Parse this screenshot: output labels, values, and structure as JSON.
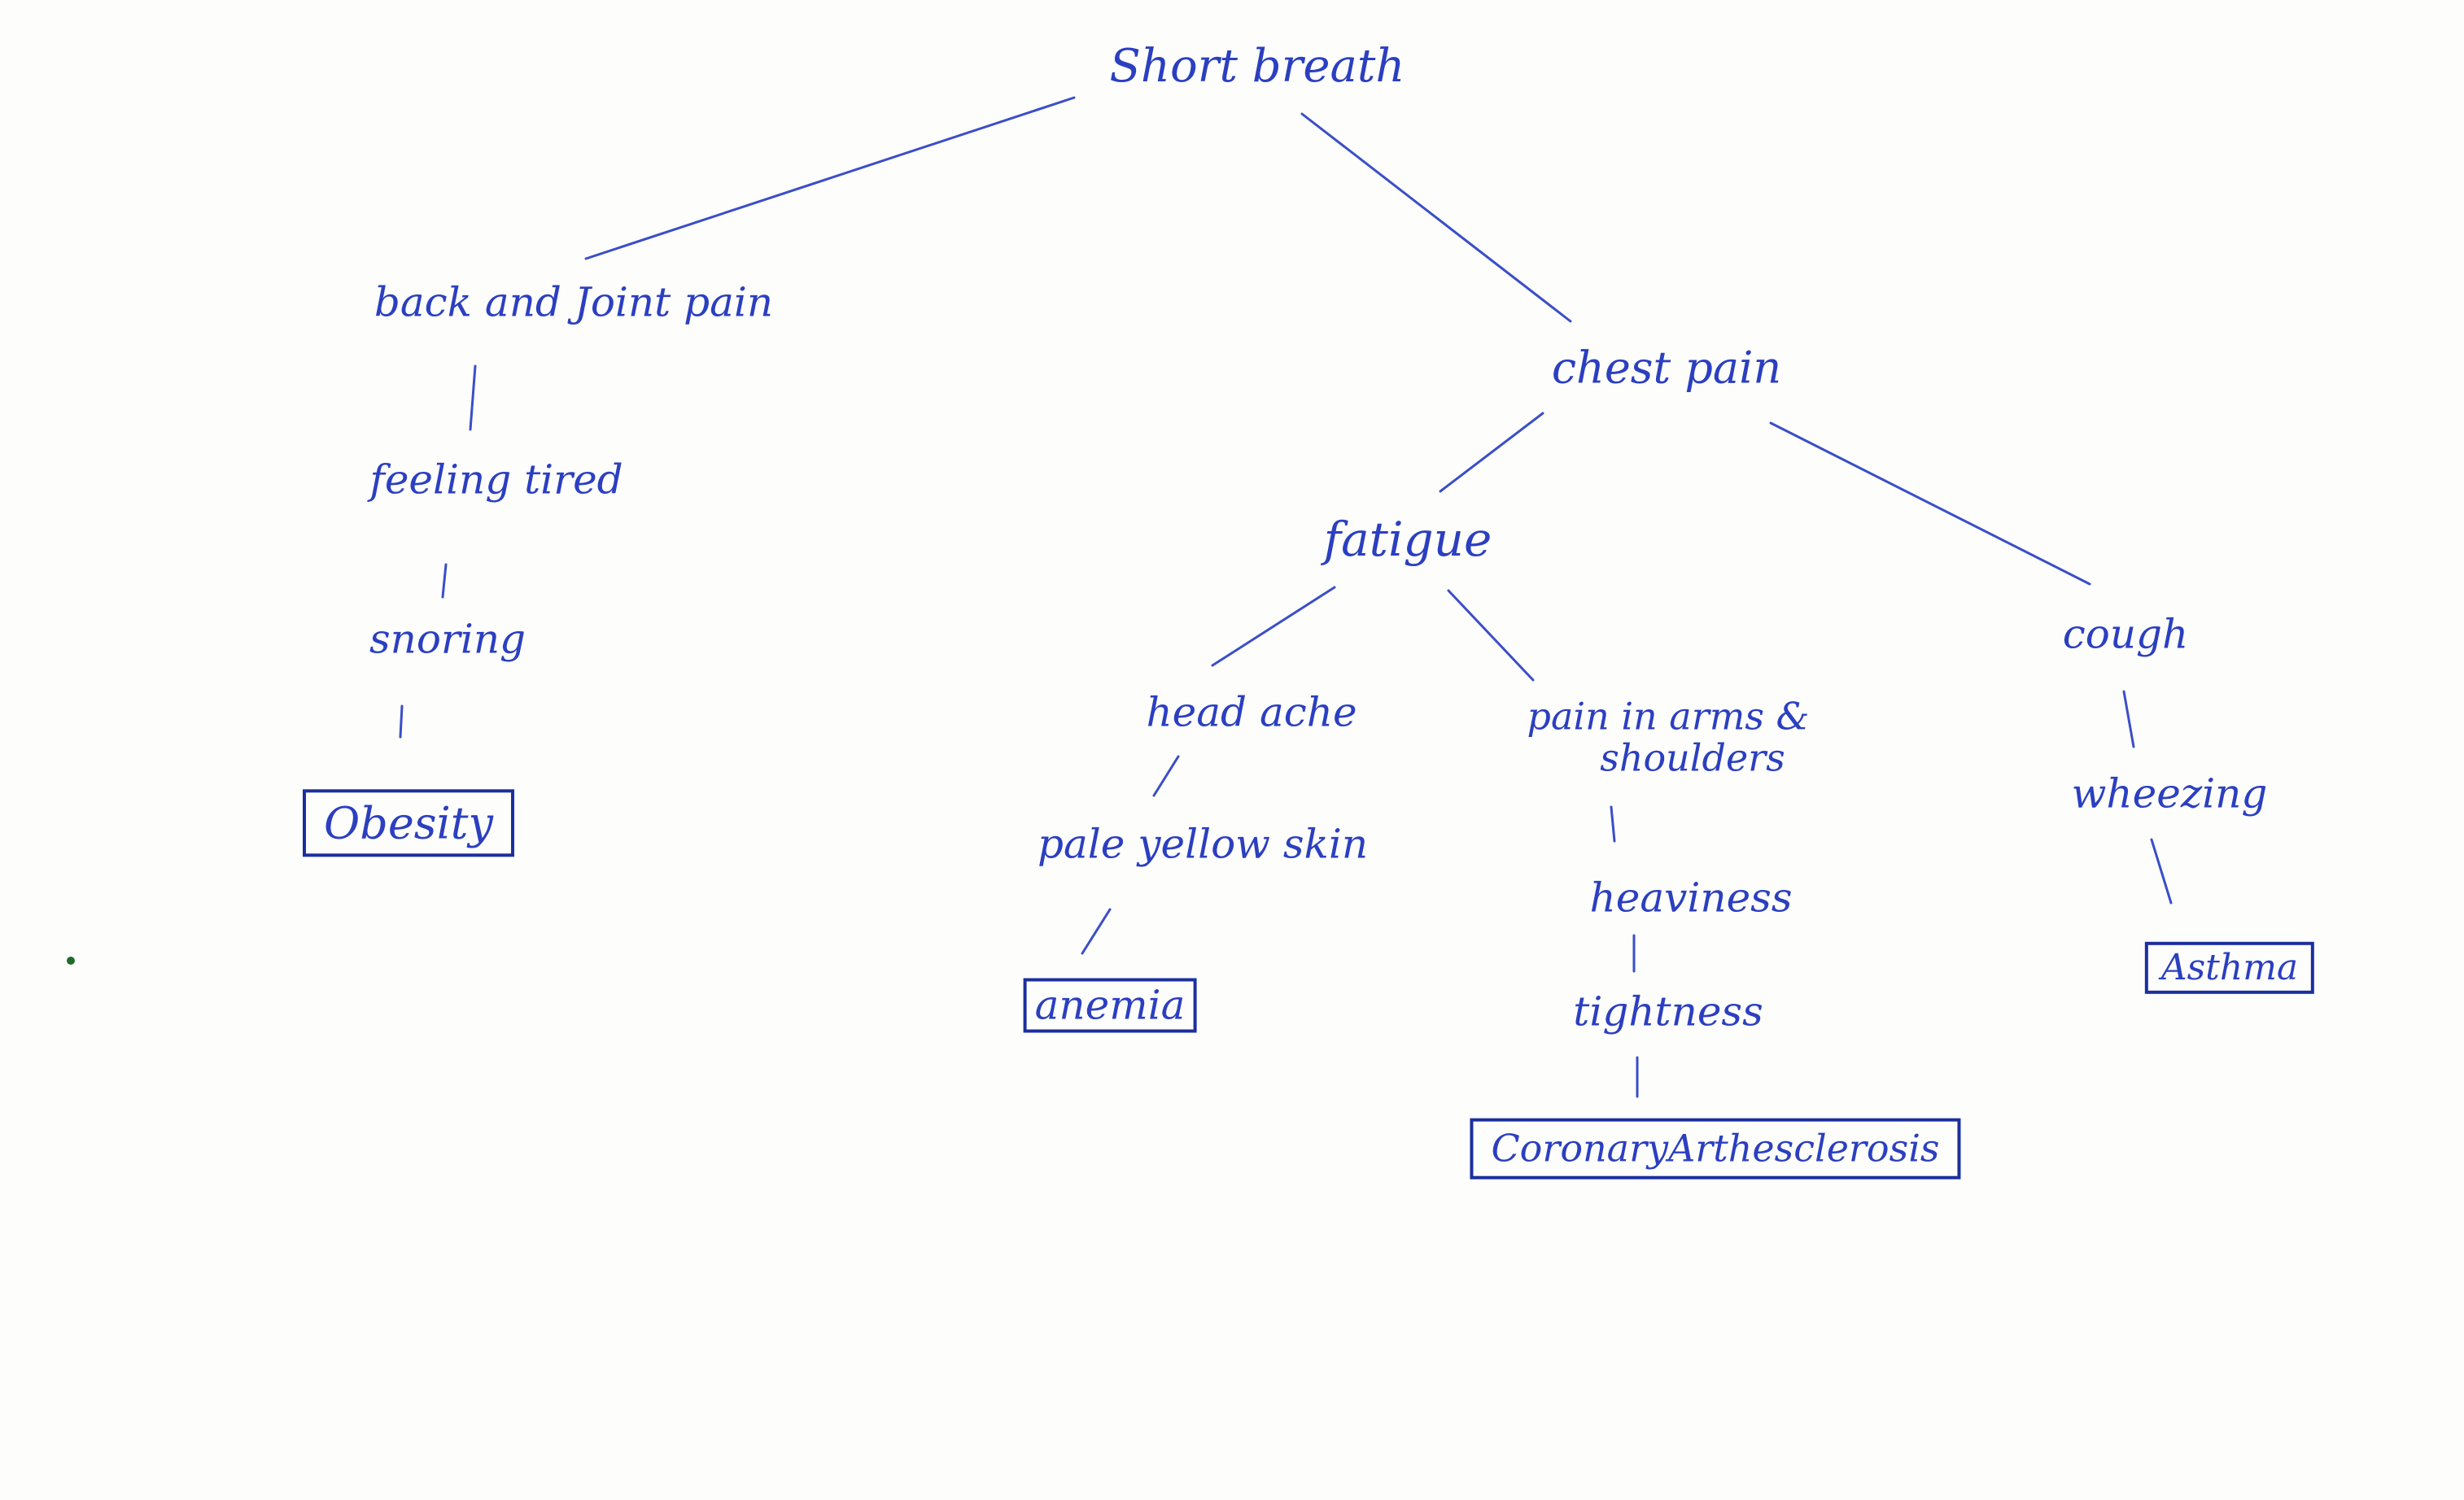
{
  "diagram": {
    "root": "Short breath",
    "nodes": {
      "short_breath": "Short breath",
      "back_joint_pain": "back and Joint pain",
      "feeling_tired": "feeling tired",
      "snoring": "snoring",
      "obesity": "Obesity",
      "chest_pain": "chest pain",
      "fatigue": "fatigue",
      "headache": "head ache",
      "pale_yellow_skin": "pale yellow skin",
      "anemia": "anemia",
      "pain_arms_line1": "pain in arms &",
      "pain_arms_line2": "shoulders",
      "heaviness": "heaviness",
      "tightness": "tightness",
      "coronary": "CoronaryArthesclerosis",
      "cough": "cough",
      "wheezing": "wheezing",
      "asthma": "Asthma"
    },
    "colors": {
      "ink": "#2b3fc0",
      "box_border": "#1c2f9e",
      "dot": "#1f6b2a"
    }
  }
}
